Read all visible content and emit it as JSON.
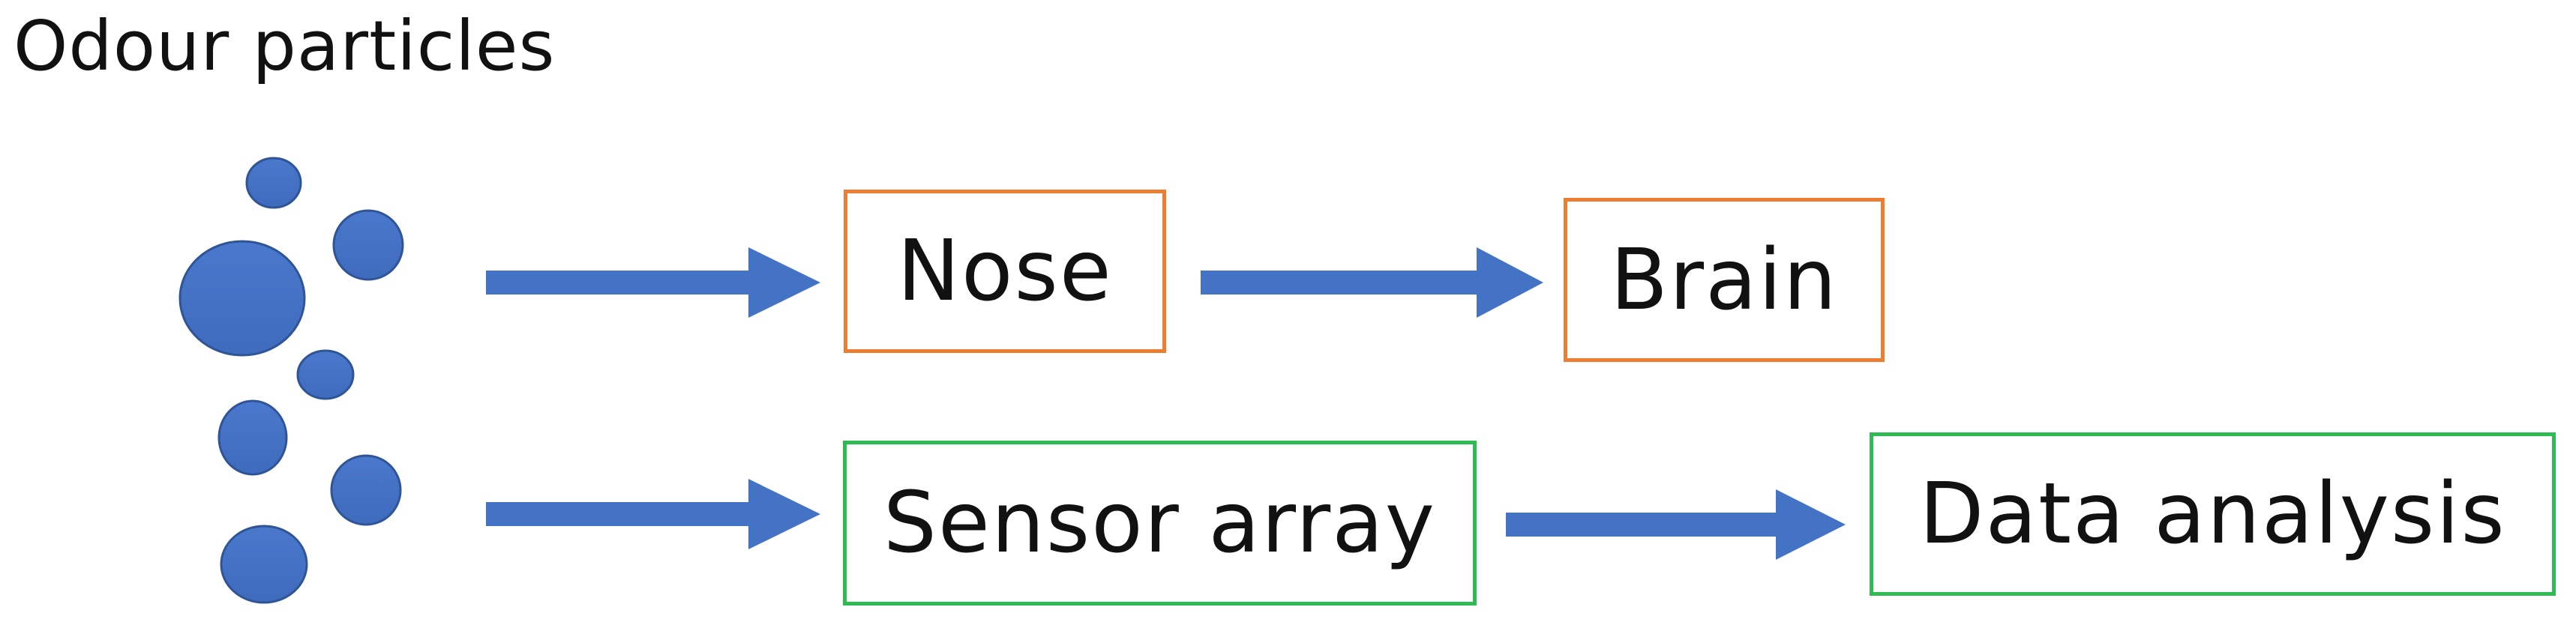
{
  "title": "Odour particles",
  "colors": {
    "particle": "#4472c4",
    "arrow": "#4472c4",
    "biological_border": "#ed7d31",
    "electronic_border": "#2ebb54"
  },
  "boxes": {
    "nose": "Nose",
    "brain": "Brain",
    "sensor_array": "Sensor array",
    "data_analysis": "Data analysis"
  }
}
